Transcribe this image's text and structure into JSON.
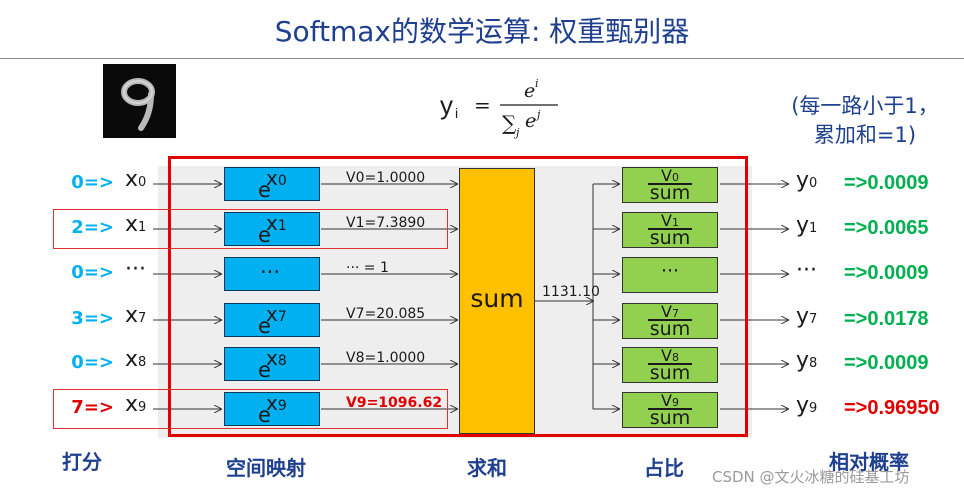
{
  "title": "Softmax的数学运算: 权重甄别器",
  "formula": {
    "lhs": "y",
    "lhs_sub": "i",
    "eq": "=",
    "num_base": "e",
    "num_sup": "i",
    "den_sum": "∑",
    "den_sub": "j",
    "den_base": "e",
    "den_sup": "j"
  },
  "note": {
    "line1": "(每一路小于1，",
    "line2": "累加和=1)"
  },
  "rows": [
    {
      "score": "0=>",
      "score_color": "#00b0f0",
      "x": "x",
      "x_sub": "0",
      "e_exp": "0",
      "v": "V0=1.0000",
      "v_color": "#1a1a1a",
      "g_top": "V",
      "g_sub": "0",
      "g_bot": "sum",
      "y": "y",
      "y_sub": "0",
      "prob": "=>0.0009",
      "prob_color": "#00b050",
      "highlight": false
    },
    {
      "score": "2=>",
      "score_color": "#00b0f0",
      "x": "x",
      "x_sub": "1",
      "e_exp": "1",
      "v": "V1=7.3890",
      "v_color": "#1a1a1a",
      "g_top": "V",
      "g_sub": "1",
      "g_bot": "sum",
      "y": "y",
      "y_sub": "1",
      "prob": "=>0.0065",
      "prob_color": "#00b050",
      "highlight": true
    },
    {
      "score": "0=>",
      "score_color": "#00b0f0",
      "x": "···",
      "x_sub": "",
      "e_exp": "",
      "v": "··· = 1",
      "v_color": "#1a1a1a",
      "g_top": "···",
      "g_sub": "",
      "g_bot": "",
      "y": "···",
      "y_sub": "",
      "prob": "=>0.0009",
      "prob_color": "#00b050",
      "highlight": false
    },
    {
      "score": "3=>",
      "score_color": "#00b0f0",
      "x": "x",
      "x_sub": "7",
      "e_exp": "7",
      "v": "V7=20.085",
      "v_color": "#1a1a1a",
      "g_top": "V",
      "g_sub": "7",
      "g_bot": "sum",
      "y": "y",
      "y_sub": "7",
      "prob": "=>0.0178",
      "prob_color": "#00b050",
      "highlight": false
    },
    {
      "score": "0=>",
      "score_color": "#00b0f0",
      "x": "x",
      "x_sub": "8",
      "e_exp": "8",
      "v": "V8=1.0000",
      "v_color": "#1a1a1a",
      "g_top": "V",
      "g_sub": "8",
      "g_bot": "sum",
      "y": "y",
      "y_sub": "8",
      "prob": "=>0.0009",
      "prob_color": "#00b050",
      "highlight": false
    },
    {
      "score": "7=>",
      "score_color": "#e00000",
      "x": "x",
      "x_sub": "9",
      "e_exp": "9",
      "v": "V9=1096.62",
      "v_color": "#e00000",
      "g_top": "V",
      "g_sub": "9",
      "g_bot": "sum",
      "y": "y",
      "y_sub": "9",
      "prob": "=>0.96950",
      "prob_color": "#e00000",
      "highlight": true
    }
  ],
  "e_base": "e",
  "e_x": "x",
  "sum_label": "sum",
  "total": "1131.10",
  "bottom_labels": [
    "打分",
    "空间映射",
    "求和",
    "占比",
    "相对概率"
  ],
  "watermark": "CSDN @文火冰糖的硅基工坊",
  "colors": {
    "title": "#1f3f8f",
    "score": "#00b0f0",
    "highlight": "#e00000",
    "exp_box": "#00b0f0",
    "sum_box": "#ffc000",
    "ratio_box": "#92d050",
    "prob": "#00b050",
    "frame": "#e00000",
    "panel": "#eeeeee"
  }
}
